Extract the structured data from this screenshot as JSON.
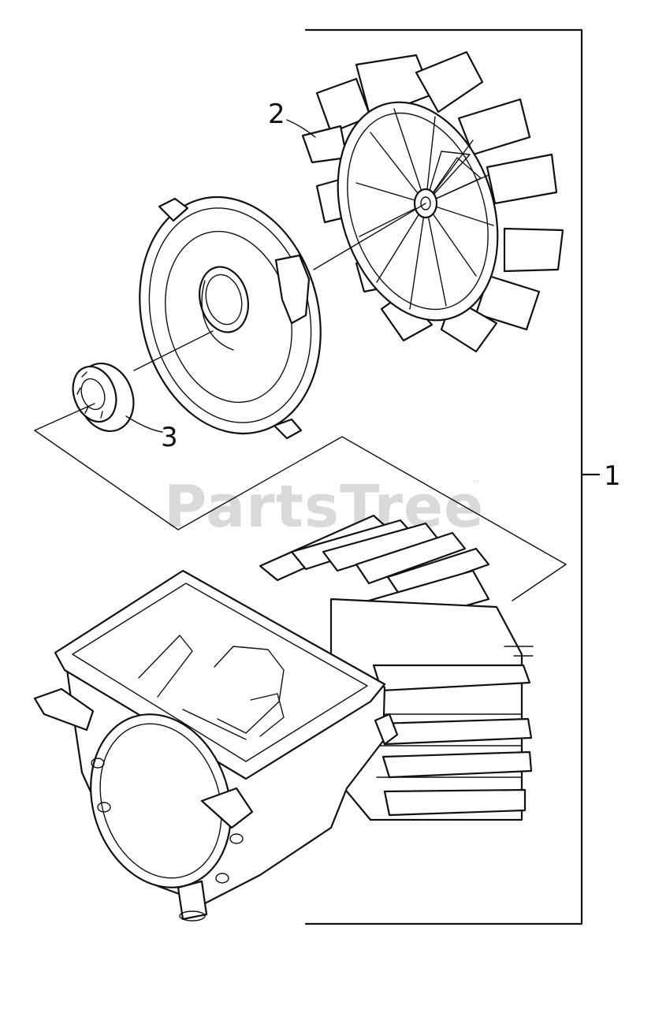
{
  "callouts": {
    "assembly": "1",
    "fan": "2",
    "bearing": "3"
  },
  "watermark": {
    "text": "PartsTree",
    "trademark": "™"
  }
}
